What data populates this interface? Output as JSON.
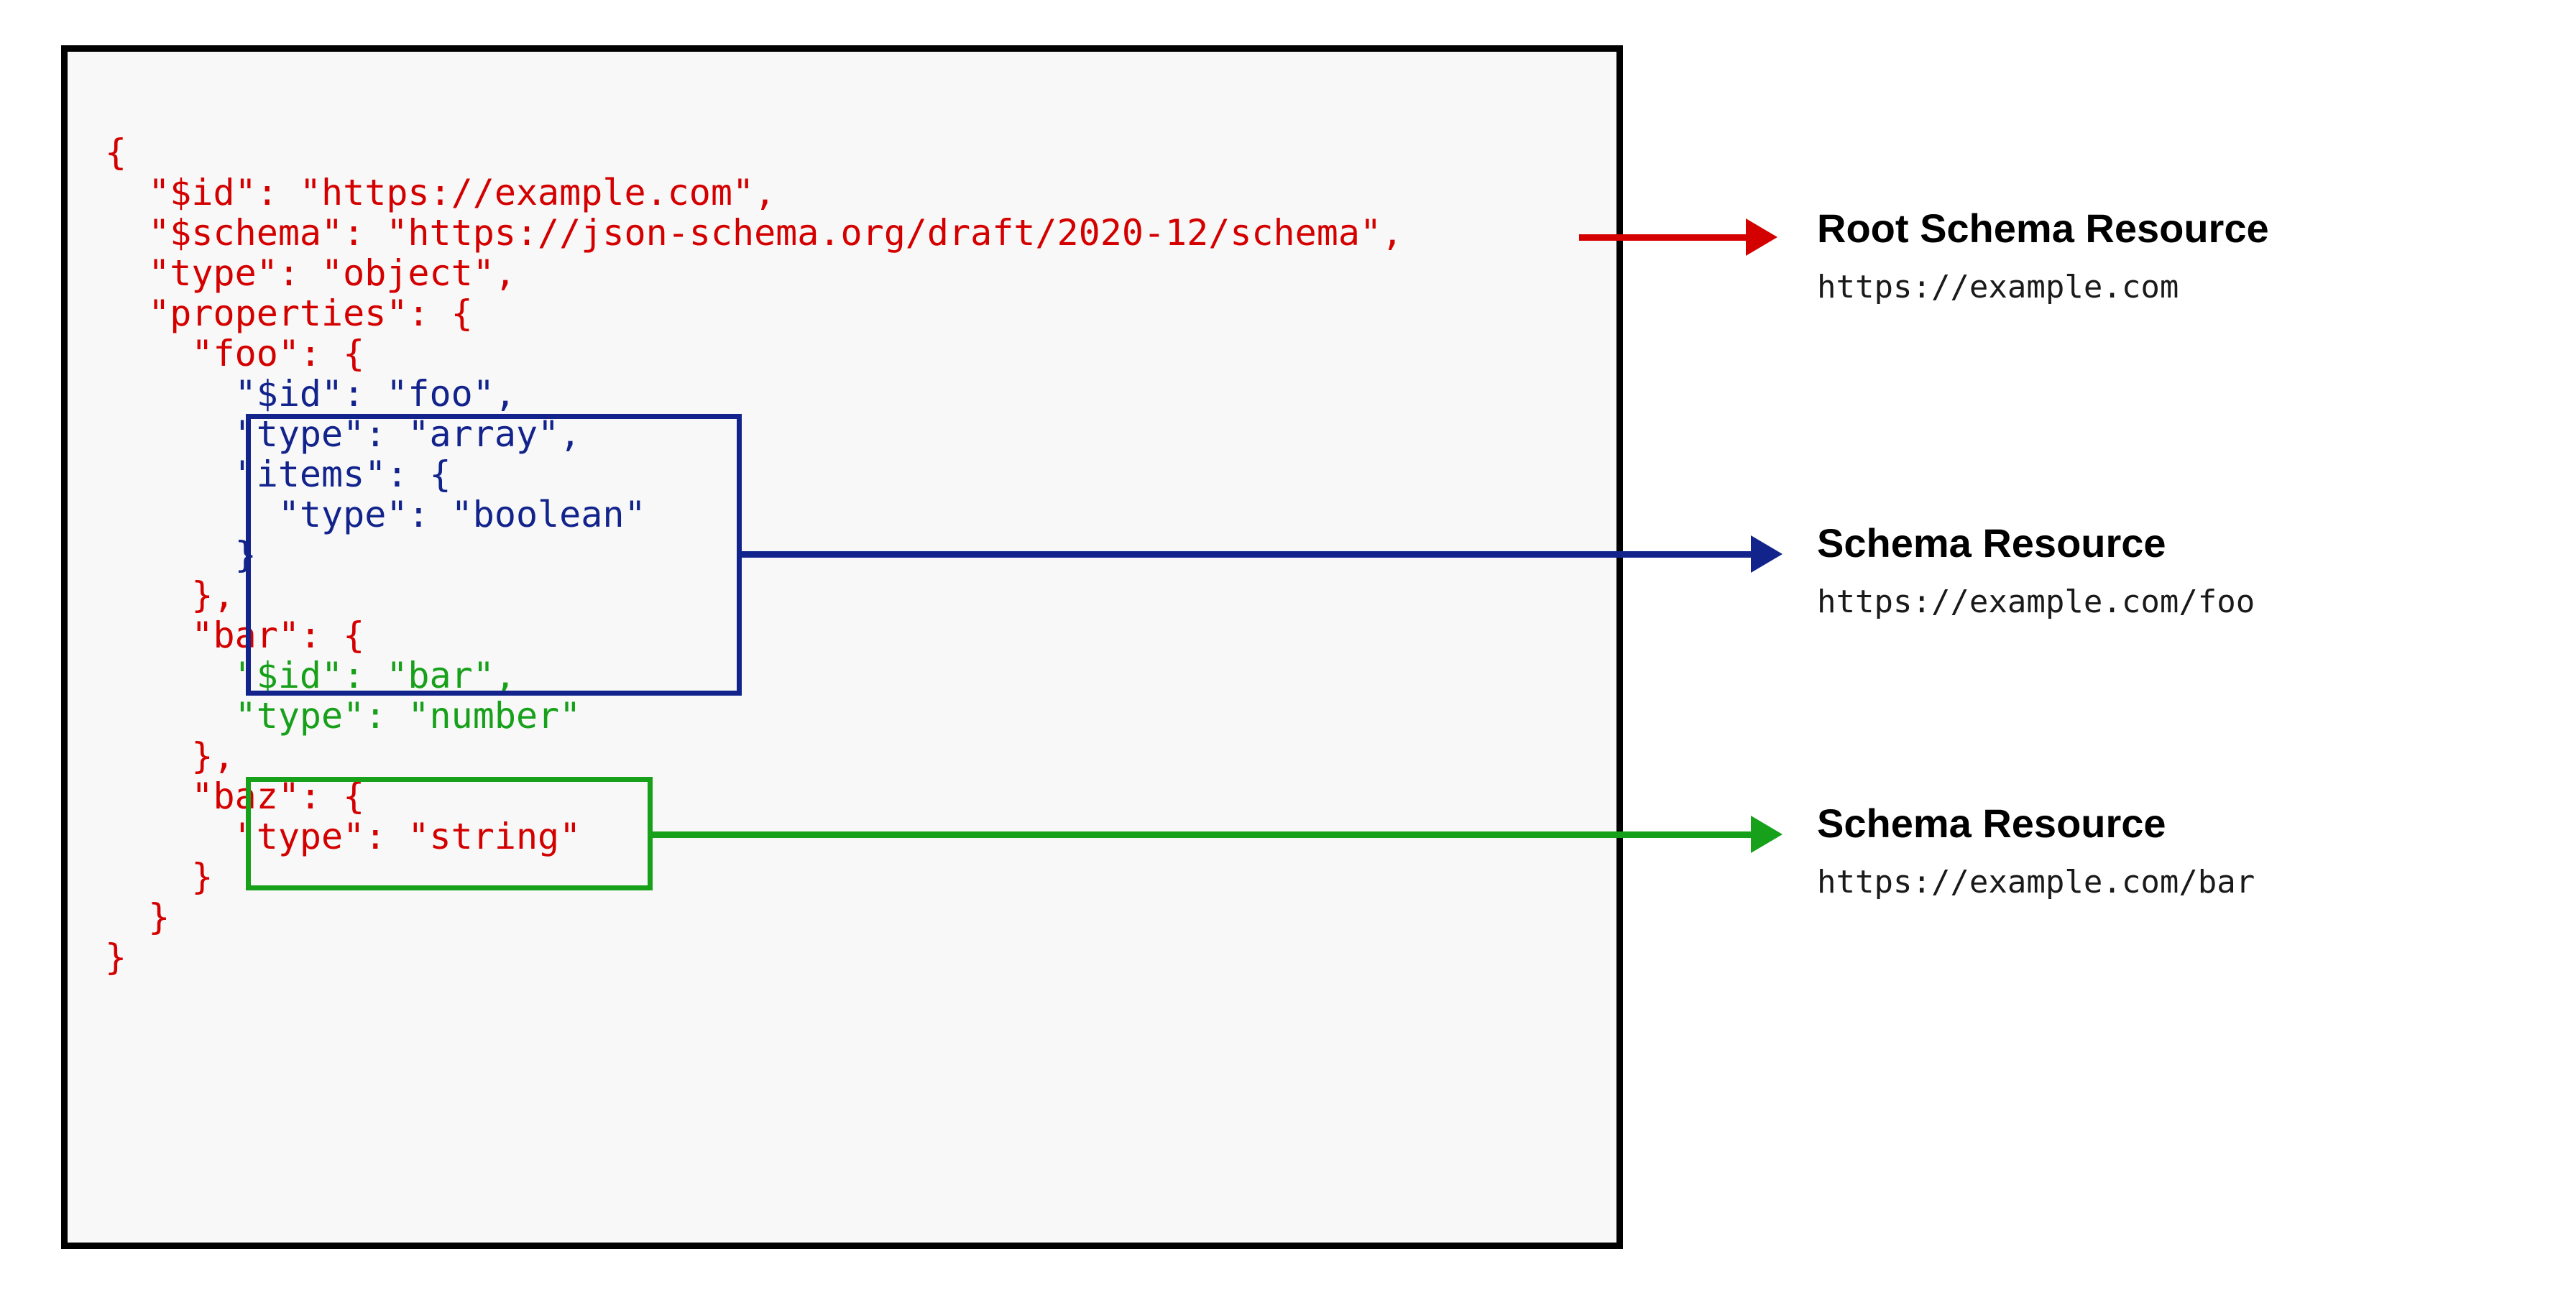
{
  "diagram": {
    "title": "JSON Schema resources diagram",
    "colors": {
      "root_red": "#d40000",
      "foo_blue": "#12248c",
      "bar_green": "#17a01a",
      "panel_border": "#000000",
      "panel_background": "#f8f8f8"
    }
  },
  "code": {
    "lines": [
      {
        "text": "{",
        "color": "red"
      },
      {
        "text": "  \"$id\": \"https://example.com\",",
        "color": "red"
      },
      {
        "text": "  \"$schema\": \"https://json-schema.org/draft/2020-12/schema\",",
        "color": "red"
      },
      {
        "text": "  \"type\": \"object\",",
        "color": "red"
      },
      {
        "text": "  \"properties\": {",
        "color": "red"
      },
      {
        "text": "    \"foo\": {",
        "color": "red"
      },
      {
        "text": "      \"$id\": \"foo\",",
        "color": "blue"
      },
      {
        "text": "      \"type\": \"array\",",
        "color": "blue"
      },
      {
        "text": "      \"items\": {",
        "color": "blue"
      },
      {
        "text": "        \"type\": \"boolean\"",
        "color": "blue"
      },
      {
        "text": "      }",
        "color": "blue"
      },
      {
        "text": "    },",
        "color": "red"
      },
      {
        "text": "    \"bar\": {",
        "color": "red"
      },
      {
        "text": "      \"$id\": \"bar\",",
        "color": "green"
      },
      {
        "text": "      \"type\": \"number\"",
        "color": "green"
      },
      {
        "text": "    },",
        "color": "red"
      },
      {
        "text": "    \"baz\": {",
        "color": "red"
      },
      {
        "text": "      \"type\": \"string\"",
        "color": "red"
      },
      {
        "text": "    }",
        "color": "red"
      },
      {
        "text": "  }",
        "color": "red"
      },
      {
        "text": "}",
        "color": "red"
      }
    ]
  },
  "highlights": [
    {
      "name": "foo-subschema-box",
      "color": "#12248c"
    },
    {
      "name": "bar-subschema-box",
      "color": "#17a01a"
    }
  ],
  "arrows": [
    {
      "name": "root-schema-arrow",
      "color": "#d40000"
    },
    {
      "name": "foo-schema-arrow",
      "color": "#12248c"
    },
    {
      "name": "bar-schema-arrow",
      "color": "#17a01a"
    }
  ],
  "callouts": [
    {
      "title": "Root Schema Resource",
      "uri": "https://example.com"
    },
    {
      "title": "Schema Resource",
      "uri": "https://example.com/foo"
    },
    {
      "title": "Schema Resource",
      "uri": "https://example.com/bar"
    }
  ]
}
